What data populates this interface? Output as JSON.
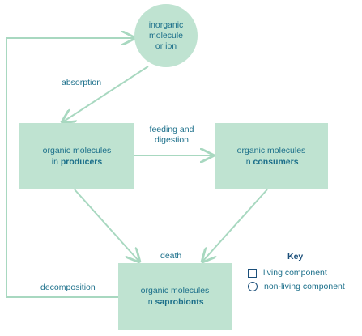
{
  "nodes": {
    "inorganic": {
      "lines": [
        "inorganic",
        "molecule",
        "or ion"
      ]
    },
    "producers": {
      "prefix": "organic molecules",
      "in_word": "in",
      "emphasis": "producers"
    },
    "consumers": {
      "prefix": "organic molecules",
      "in_word": "in",
      "emphasis": "consumers"
    },
    "saprobionts": {
      "prefix": "organic molecules",
      "in_word": "in",
      "emphasis": "saprobionts"
    }
  },
  "edges": {
    "absorption": "absorption",
    "feeding_line1": "feeding and",
    "feeding_line2": "digestion",
    "death": "death",
    "decomposition": "decomposition"
  },
  "key": {
    "title": "Key",
    "living": "living component",
    "nonliving": "non-living component"
  },
  "colors": {
    "node_fill": "#bfe3d1",
    "arrow": "#a8d8c0",
    "text": "#1b6f8a"
  }
}
